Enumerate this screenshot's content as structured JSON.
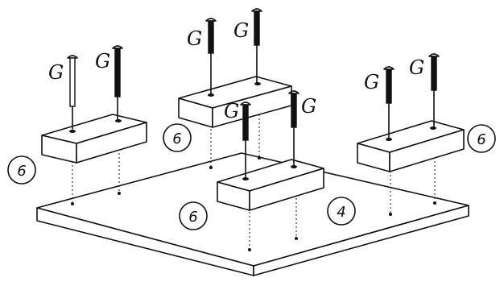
{
  "labels": {
    "plate": "4",
    "block": "6",
    "screw": "G"
  },
  "colors": {
    "line": "#111111",
    "background": "#ffffff"
  }
}
